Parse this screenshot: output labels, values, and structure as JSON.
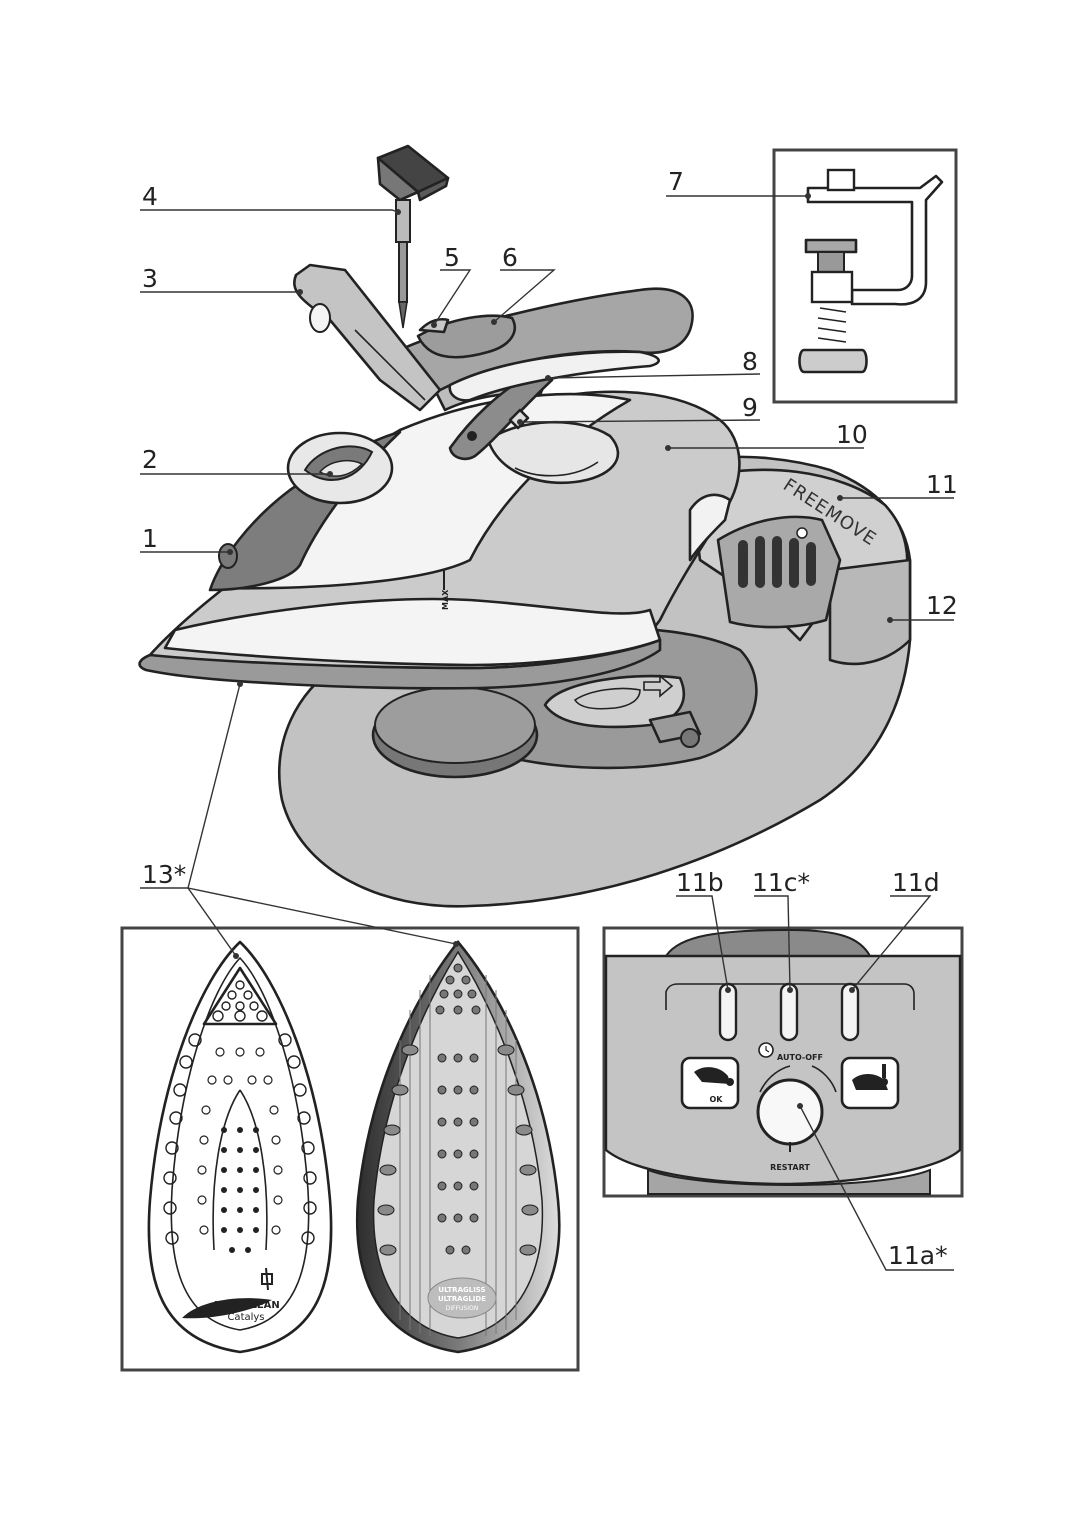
{
  "callouts": {
    "c1": "1",
    "c2": "2",
    "c3": "3",
    "c4": "4",
    "c5": "5",
    "c6": "6",
    "c7": "7",
    "c8": "8",
    "c9": "9",
    "c10": "10",
    "c11": "11",
    "c12": "12",
    "c13": "13*",
    "c11a": "11a*",
    "c11b": "11b",
    "c11c": "11c*",
    "c11d": "11d"
  },
  "iron": {
    "max_mark": "MAX"
  },
  "base": {
    "brand": "FREEMOVE"
  },
  "soleplate_left": {
    "line1": "AUTOCLEAN",
    "line2": "Catalys"
  },
  "soleplate_right": {
    "line1": "ULTRAGLISS",
    "line2": "ULTRAGLIDE",
    "line3": "DIFFUSION"
  },
  "panel": {
    "auto_off": "AUTO-OFF",
    "ok": "OK",
    "restart": "RESTART"
  },
  "colors": {
    "light": "#dcdcdc",
    "mid": "#b4b4b4",
    "dark": "#7a7a7a",
    "outline": "#222222"
  }
}
